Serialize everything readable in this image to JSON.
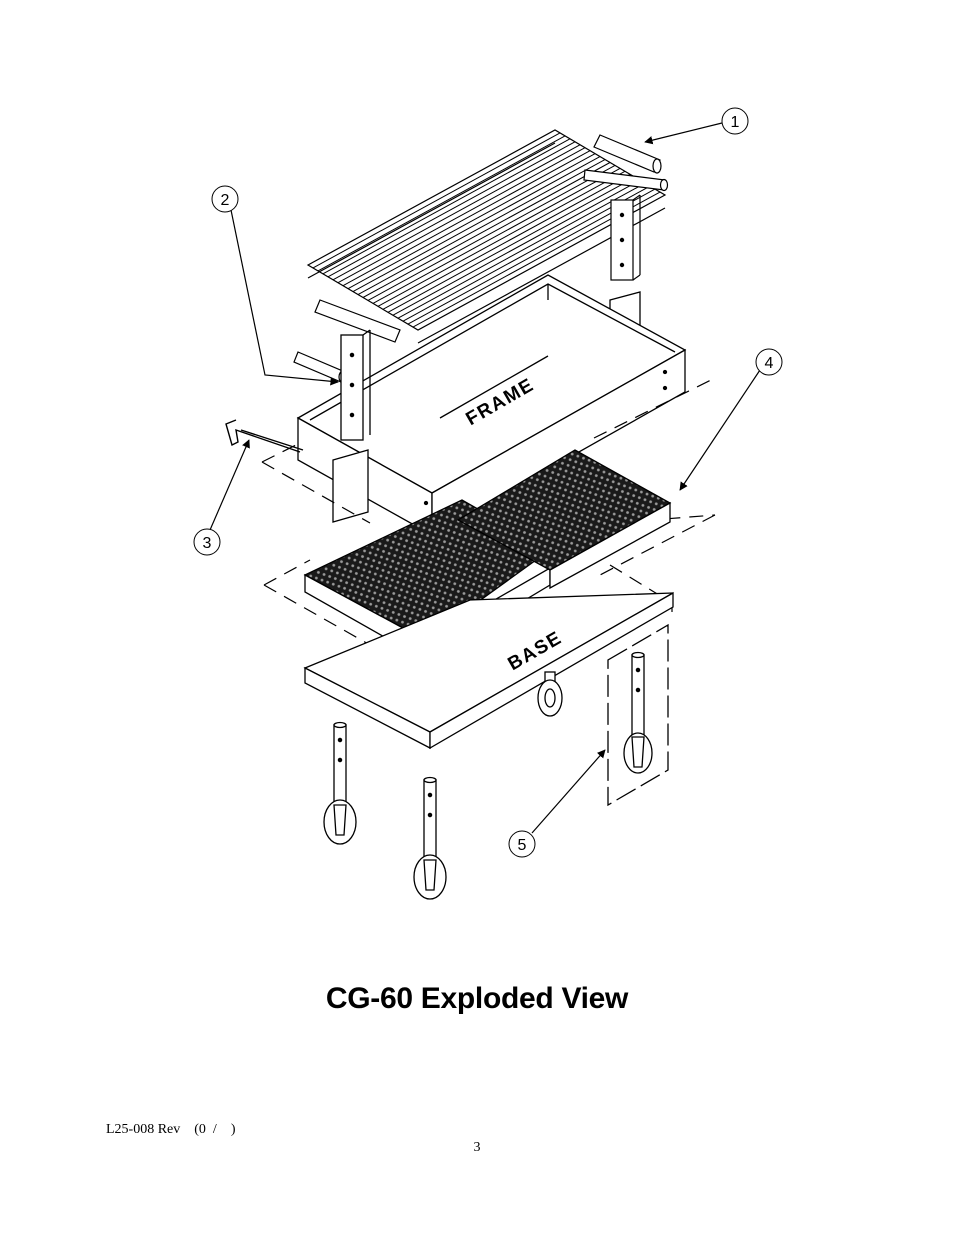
{
  "diagram": {
    "labels": {
      "frame": "FRAME",
      "base": "BASE"
    },
    "callouts": [
      "1",
      "2",
      "3",
      "4",
      "5"
    ]
  },
  "heading": "CG-60 Exploded View",
  "footer": {
    "doc_code": "L25-008 Rev    (0  /    )",
    "page_number": "3"
  }
}
